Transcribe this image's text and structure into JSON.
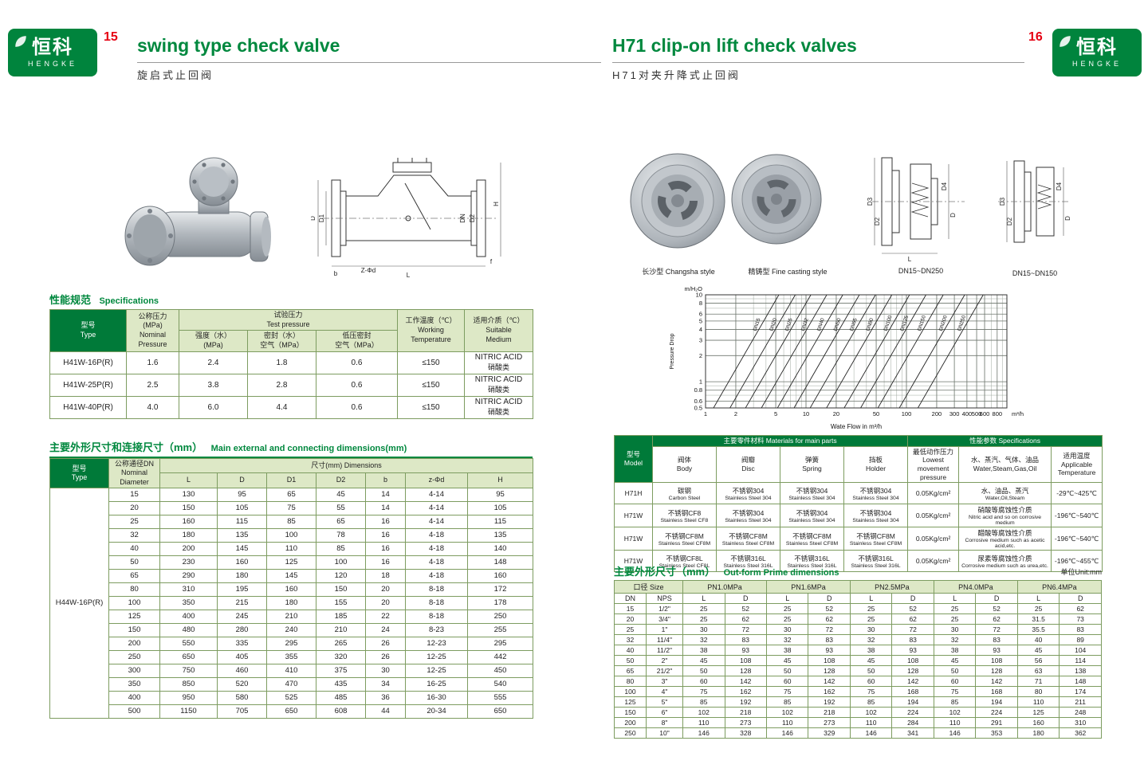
{
  "colors": {
    "brand_green": "#00843D",
    "header_cell_green": "#007A39",
    "light_green": "#DDE8C6",
    "accent_red": "#E60012"
  },
  "brand": {
    "name_cn": "恒科",
    "name_en": "HENGKE"
  },
  "header_left": {
    "page_no": "15",
    "title": "swing type check valve",
    "subtitle": "旋启式止回阀"
  },
  "header_right": {
    "page_no": "16",
    "title": "H71 clip-on lift check valves",
    "subtitle": "H71对夹升降式止回阀"
  },
  "left_page": {
    "spec_title_cn": "性能规范",
    "spec_title_en": "Specifications",
    "spec_table": {
      "headers": {
        "type": "型号\nType",
        "nominal": "公称压力\n(MPa)\nNominal\nPressure",
        "test": "试验压力\nTest pressure",
        "strength": "强度（水）\n(MPa)",
        "seal": "密封（水）\n空气（MPa）",
        "low": "低压密封\n空气（MPa）",
        "temp": "工作温度（℃）\nWorking\nTemperature",
        "medium": "适用介质（℃）\nSuitable\nMedium"
      },
      "rows": [
        [
          "H41W-16P(R)",
          "1.6",
          "2.4",
          "1.8",
          "0.6",
          "≤150",
          [
            "NITRIC ACID",
            "硝酸类"
          ]
        ],
        [
          "H41W-25P(R)",
          "2.5",
          "3.8",
          "2.8",
          "0.6",
          "≤150",
          [
            "NITRIC ACID",
            "硝酸类"
          ]
        ],
        [
          "H41W-40P(R)",
          "4.0",
          "6.0",
          "4.4",
          "0.6",
          "≤150",
          [
            "NITRIC ACID",
            "硝酸类"
          ]
        ]
      ]
    },
    "dim_title_cn": "主要外形尺寸和连接尺寸（mm）",
    "dim_title_en": "Main external and connecting dimensions(mm)",
    "dim_table": {
      "headers": {
        "type": "型号\nType",
        "dn": "公称通径DN\nNominal\nDiameter",
        "dims": "尺寸(mm) Dimensions",
        "cols": [
          "L",
          "D",
          "D1",
          "D2",
          "b",
          "z-Φd",
          "H"
        ]
      },
      "model": "H44W-16P(R)",
      "rows": [
        [
          "15",
          "130",
          "95",
          "65",
          "45",
          "14",
          "4-14",
          "95"
        ],
        [
          "20",
          "150",
          "105",
          "75",
          "55",
          "14",
          "4-14",
          "105"
        ],
        [
          "25",
          "160",
          "115",
          "85",
          "65",
          "16",
          "4-14",
          "115"
        ],
        [
          "32",
          "180",
          "135",
          "100",
          "78",
          "16",
          "4-18",
          "135"
        ],
        [
          "40",
          "200",
          "145",
          "110",
          "85",
          "16",
          "4-18",
          "140"
        ],
        [
          "50",
          "230",
          "160",
          "125",
          "100",
          "16",
          "4-18",
          "148"
        ],
        [
          "65",
          "290",
          "180",
          "145",
          "120",
          "18",
          "4-18",
          "160"
        ],
        [
          "80",
          "310",
          "195",
          "160",
          "150",
          "20",
          "8-18",
          "172"
        ],
        [
          "100",
          "350",
          "215",
          "180",
          "155",
          "20",
          "8-18",
          "178"
        ],
        [
          "125",
          "400",
          "245",
          "210",
          "185",
          "22",
          "8-18",
          "250"
        ],
        [
          "150",
          "480",
          "280",
          "240",
          "210",
          "24",
          "8-23",
          "255"
        ],
        [
          "200",
          "550",
          "335",
          "295",
          "265",
          "26",
          "12-23",
          "295"
        ],
        [
          "250",
          "650",
          "405",
          "355",
          "320",
          "26",
          "12-25",
          "442"
        ],
        [
          "300",
          "750",
          "460",
          "410",
          "375",
          "30",
          "12-25",
          "450"
        ],
        [
          "350",
          "850",
          "520",
          "470",
          "435",
          "34",
          "16-25",
          "540"
        ],
        [
          "400",
          "950",
          "580",
          "525",
          "485",
          "36",
          "16-30",
          "555"
        ],
        [
          "500",
          "1150",
          "705",
          "650",
          "608",
          "44",
          "20-34",
          "650"
        ]
      ]
    },
    "drawing_labels": {
      "h": "H",
      "dn": "DN",
      "d2": "D2",
      "d": "D",
      "d1": "D1",
      "b": "b",
      "f": "f",
      "zfd": "Z-Φd",
      "l": "L"
    }
  },
  "right_page": {
    "photo1_caption": "长沙型 Changsha style",
    "photo2_caption": "精铸型 Fine casting style",
    "drawing1": {
      "caption": "DN15~DN250",
      "labels": {
        "d3": "D3",
        "d2": "D2",
        "d": "D",
        "d4": "D4",
        "l": "L"
      }
    },
    "drawing2": {
      "caption": "DN15~DN150",
      "labels": {
        "d3": "D3",
        "d2": "D2",
        "d": "D",
        "d4": "D4"
      }
    },
    "chart_data": {
      "type": "line",
      "x_scale": "log",
      "y_scale": "log",
      "xlim": [
        1,
        1000
      ],
      "ylim": [
        0.5,
        10
      ],
      "x_ticks": [
        1,
        2,
        5,
        10,
        20,
        50,
        100,
        200,
        300,
        400,
        500,
        600,
        800
      ],
      "y_ticks": [
        10,
        8,
        6,
        5,
        4,
        3,
        2,
        1,
        0.8,
        0.6,
        0.5
      ],
      "x_unit": "m³/h",
      "y_unit": "m/H₂O",
      "xlabel": "Wate Flow in m³/h",
      "ylabel": "Pressure Drop",
      "slope": 2,
      "series": [
        {
          "name": "DN15",
          "flow_at_min_drop": 1.2
        },
        {
          "name": "DN20",
          "flow_at_min_drop": 1.75
        },
        {
          "name": "DN25",
          "flow_at_min_drop": 2.5
        },
        {
          "name": "DN32",
          "flow_at_min_drop": 3.6
        },
        {
          "name": "DN40",
          "flow_at_min_drop": 5.2
        },
        {
          "name": "DN50",
          "flow_at_min_drop": 7.6
        },
        {
          "name": "DN65",
          "flow_at_min_drop": 11
        },
        {
          "name": "DN80",
          "flow_at_min_drop": 16
        },
        {
          "name": "DN100",
          "flow_at_min_drop": 24
        },
        {
          "name": "DN125",
          "flow_at_min_drop": 35
        },
        {
          "name": "DN150",
          "flow_at_min_drop": 52
        },
        {
          "name": "DN200",
          "flow_at_min_drop": 85
        },
        {
          "name": "DN250",
          "flow_at_min_drop": 130
        }
      ]
    },
    "materials_table": {
      "headers": {
        "model": "型号\nModel",
        "materials": "主要零件材料 Materials for main parts",
        "specs": "性能参数 Specifications",
        "body": "阀体\nBody",
        "disc": "阀瓣\nDisc",
        "spring": "弹簧\nSpring",
        "holder": "挡板\nHolder",
        "lowp": "最低动作压力\nLowest movement\npressure",
        "medium": "水、蒸汽、气体、油品\nWater,Steam,Gas,Oil",
        "temp": "适用温度\nApplicable\nTemperature"
      },
      "rows": [
        [
          "H71H",
          [
            "碳钢",
            "Carbon Steel"
          ],
          [
            "不锈钢304",
            "Stainless Steel 304"
          ],
          [
            "不锈钢304",
            "Stainless Steel 304"
          ],
          [
            "不锈钢304",
            "Stainless Steel 304"
          ],
          "0.05Kg/cm²",
          [
            "水、油品、蒸汽",
            "Water,Oil,Steam"
          ],
          "-29℃~425℃"
        ],
        [
          "H71W",
          [
            "不锈钢CF8",
            "Stainless Steel CF8"
          ],
          [
            "不锈钢304",
            "Stainless Steel 304"
          ],
          [
            "不锈钢304",
            "Stainless Steel 304"
          ],
          [
            "不锈钢304",
            "Stainless Steel 304"
          ],
          "0.05Kg/cm²",
          [
            "硝酸等腐蚀性介质",
            "Nitric acid and so on corrosive medium"
          ],
          "-196℃~540℃"
        ],
        [
          "H71W",
          [
            "不锈钢CF8M",
            "Stainless Steel CF8M"
          ],
          [
            "不锈钢CF8M",
            "Stainless Steel CF8M"
          ],
          [
            "不锈钢CF8M",
            "Stainless Steel CF8M"
          ],
          [
            "不锈钢CF8M",
            "Stainless Steel CF8M"
          ],
          "0.05Kg/cm²",
          [
            "醋酸等腐蚀性介质",
            "Corrosive medium such as acetic acid,etc."
          ],
          "-196℃~540℃"
        ],
        [
          "H71W",
          [
            "不锈钢CF8L",
            "Stainless Steel CF8L"
          ],
          [
            "不锈钢316L",
            "Stainless Steel 316L"
          ],
          [
            "不锈钢316L",
            "Stainless Steel 316L"
          ],
          [
            "不锈钢316L",
            "Stainless Steel 316L"
          ],
          "0.05Kg/cm²",
          [
            "尿素等腐蚀性介质",
            "Corrosive medium such as urea,etc."
          ],
          "-196℃~455℃"
        ]
      ]
    },
    "outform_title_cn": "主要外形尺寸（mm）",
    "outform_title_en": "Out-form Prime dimensions",
    "unit_note": "单位Unit:mm",
    "outform_table": {
      "size_header": "口径 Size",
      "pn_headers": [
        "PN1.0MPa",
        "PN1.6MPa",
        "PN2.5MPa",
        "PN4.0MPa",
        "PN6.4MPa"
      ],
      "sub_headers": [
        "DN",
        "NPS",
        "L",
        "D",
        "L",
        "D",
        "L",
        "D",
        "L",
        "D",
        "L",
        "D"
      ],
      "rows": [
        [
          "15",
          "1/2\"",
          "25",
          "52",
          "25",
          "52",
          "25",
          "52",
          "25",
          "52",
          "25",
          "62"
        ],
        [
          "20",
          "3/4\"",
          "25",
          "62",
          "25",
          "62",
          "25",
          "62",
          "25",
          "62",
          "31.5",
          "73"
        ],
        [
          "25",
          "1\"",
          "30",
          "72",
          "30",
          "72",
          "30",
          "72",
          "30",
          "72",
          "35.5",
          "83"
        ],
        [
          "32",
          "11/4\"",
          "32",
          "83",
          "32",
          "83",
          "32",
          "83",
          "32",
          "83",
          "40",
          "89"
        ],
        [
          "40",
          "11/2\"",
          "38",
          "93",
          "38",
          "93",
          "38",
          "93",
          "38",
          "93",
          "45",
          "104"
        ],
        [
          "50",
          "2\"",
          "45",
          "108",
          "45",
          "108",
          "45",
          "108",
          "45",
          "108",
          "56",
          "114"
        ],
        [
          "65",
          "21/2\"",
          "50",
          "128",
          "50",
          "128",
          "50",
          "128",
          "50",
          "128",
          "63",
          "138"
        ],
        [
          "80",
          "3\"",
          "60",
          "142",
          "60",
          "142",
          "60",
          "142",
          "60",
          "142",
          "71",
          "148"
        ],
        [
          "100",
          "4\"",
          "75",
          "162",
          "75",
          "162",
          "75",
          "168",
          "75",
          "168",
          "80",
          "174"
        ],
        [
          "125",
          "5\"",
          "85",
          "192",
          "85",
          "192",
          "85",
          "194",
          "85",
          "194",
          "110",
          "211"
        ],
        [
          "150",
          "6\"",
          "102",
          "218",
          "102",
          "218",
          "102",
          "224",
          "102",
          "224",
          "125",
          "248"
        ],
        [
          "200",
          "8\"",
          "110",
          "273",
          "110",
          "273",
          "110",
          "284",
          "110",
          "291",
          "160",
          "310"
        ],
        [
          "250",
          "10\"",
          "146",
          "328",
          "146",
          "329",
          "146",
          "341",
          "146",
          "353",
          "180",
          "362"
        ]
      ]
    }
  }
}
